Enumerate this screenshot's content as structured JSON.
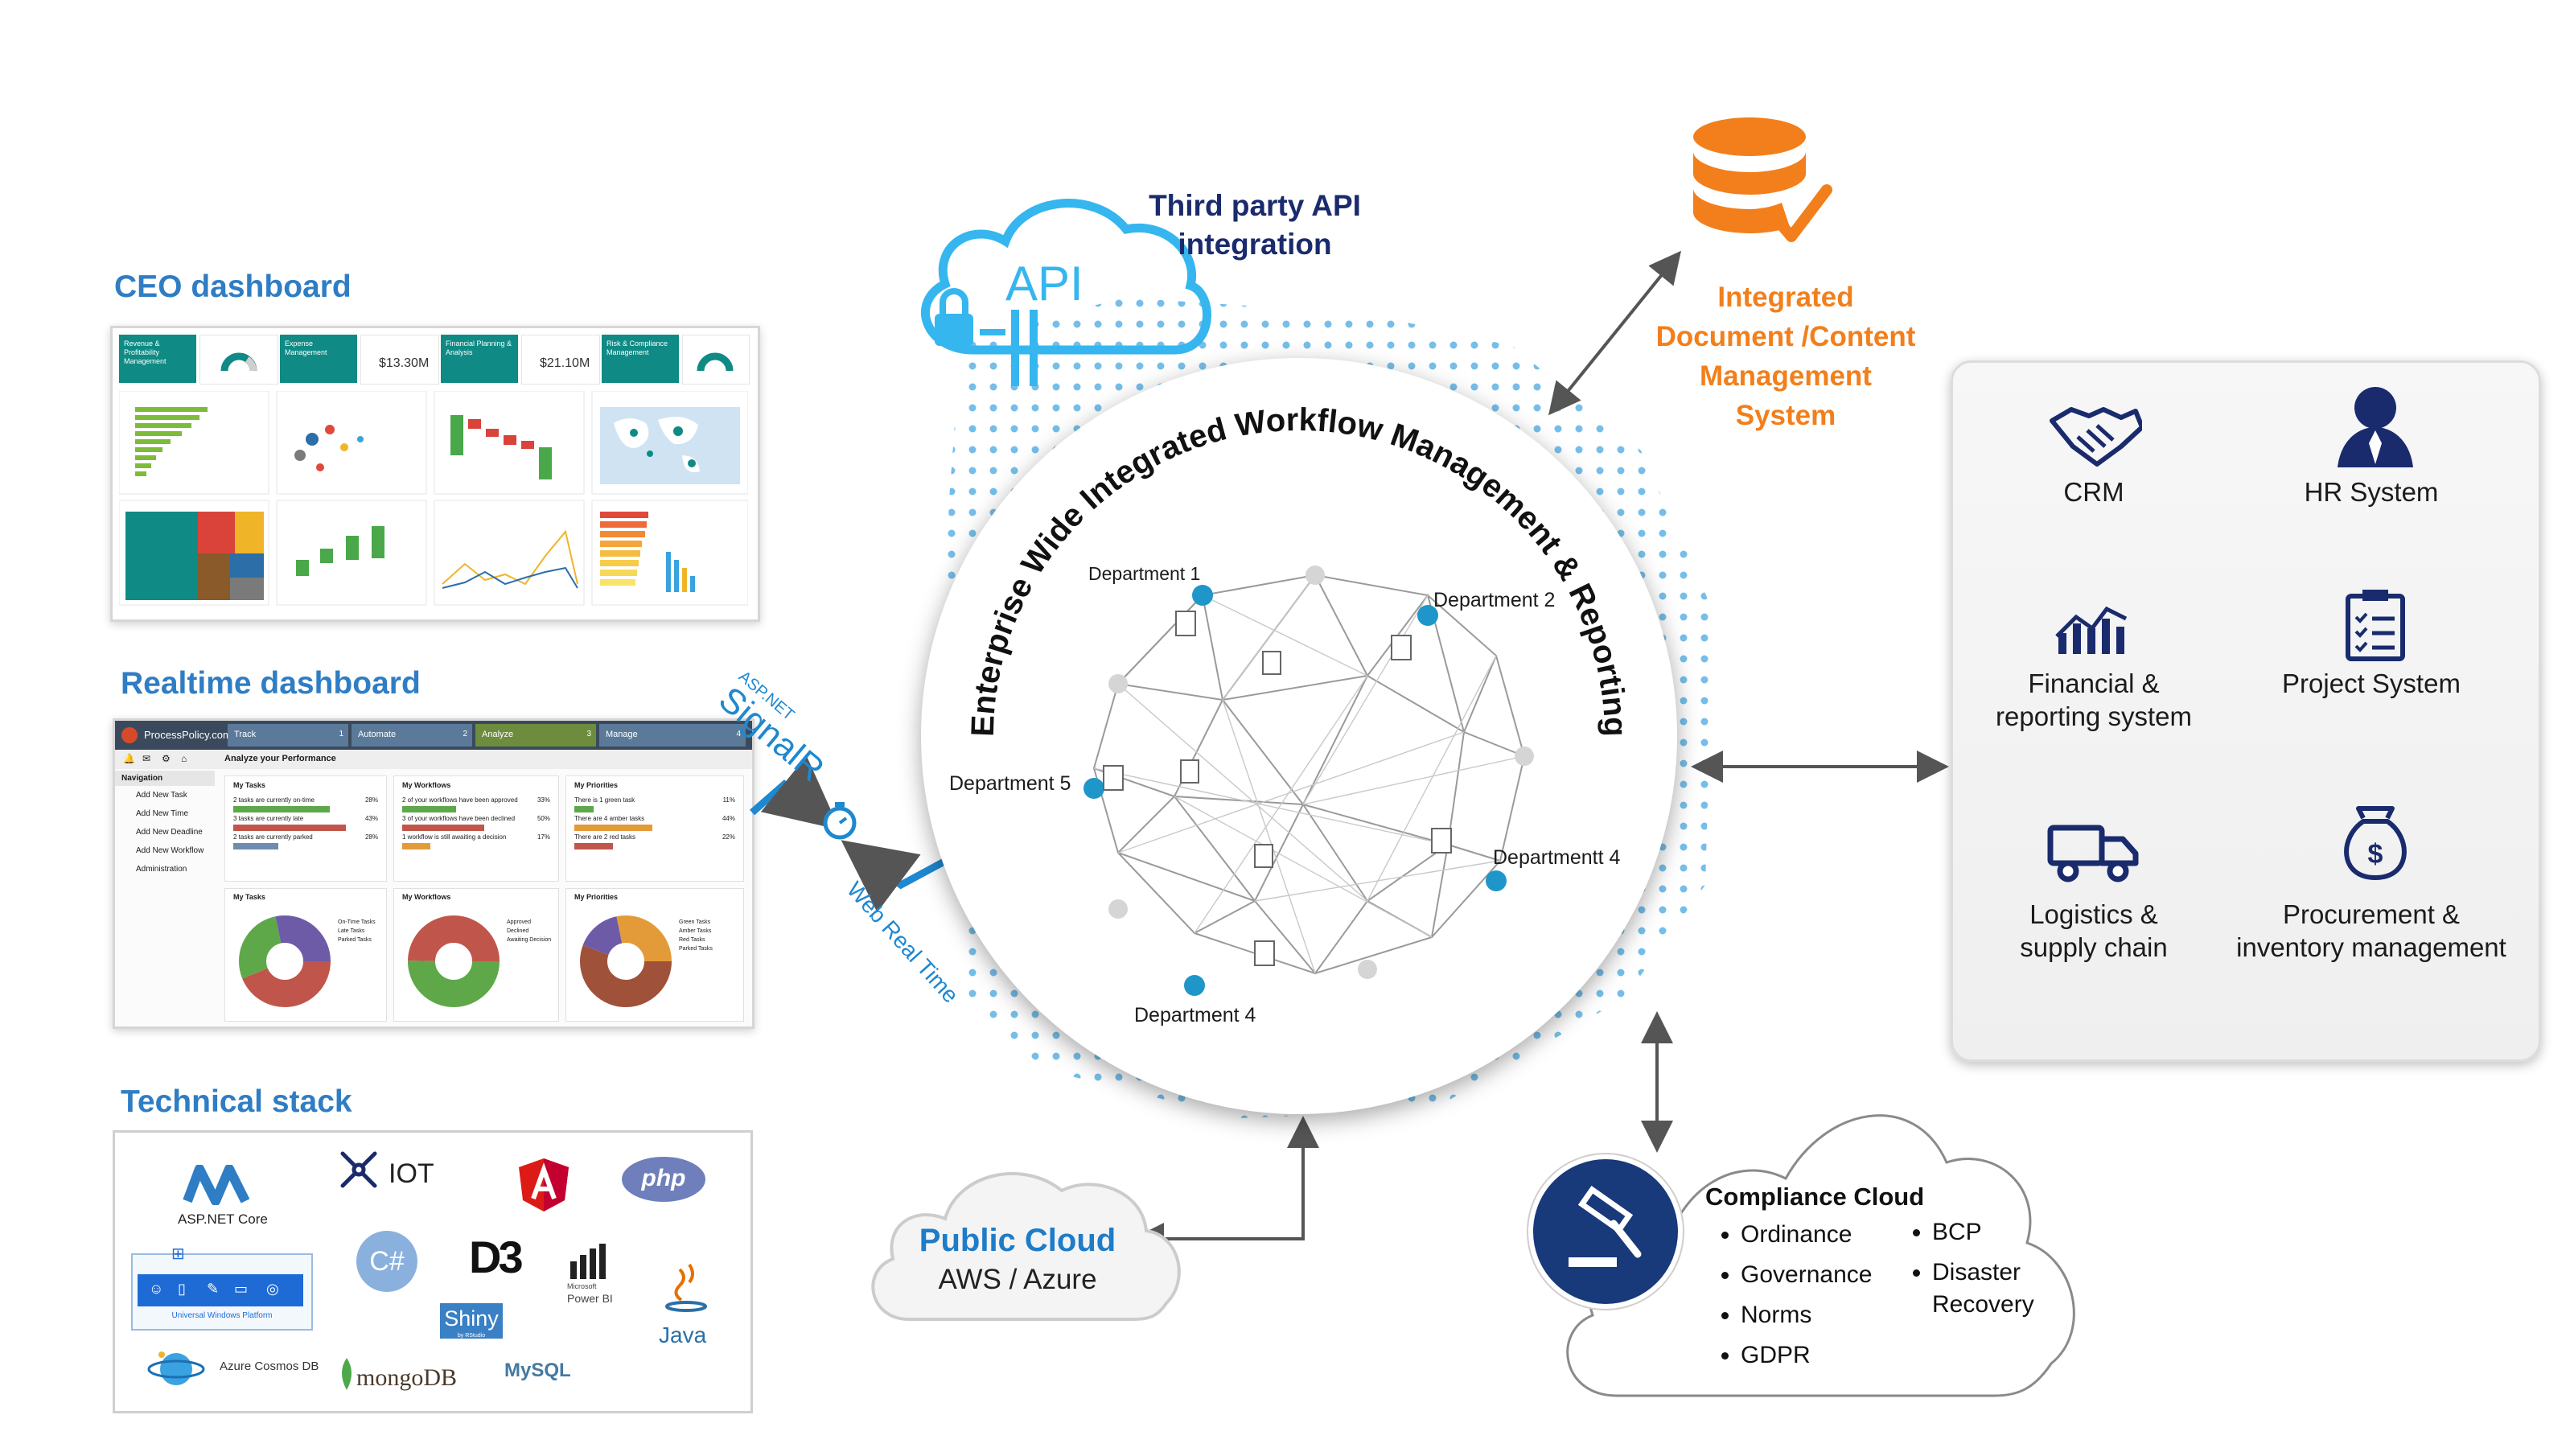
{
  "left": {
    "ceo_title": "CEO dashboard",
    "realtime_title": "Realtime dashboard",
    "tech_title": "Technical stack"
  },
  "ceo_dashboard": {
    "tiles": [
      {
        "title": "Revenue & Profitability Management"
      },
      {
        "title": "Expense Management",
        "value": "$13.30M"
      },
      {
        "title": "Financial Planning & Analysis",
        "value": "$21.10M"
      },
      {
        "title": "Risk & Compliance Management"
      }
    ]
  },
  "realtime_dashboard": {
    "brand": "ProcessPolicy.com",
    "steps": [
      "Track",
      "Automate",
      "Analyze",
      "Manage"
    ],
    "step_numbers": [
      "1",
      "2",
      "3",
      "4"
    ],
    "header": "Analyze your Performance",
    "nav_title": "Navigation",
    "nav_items": [
      "Add New Task",
      "Add New Time",
      "Add New Deadline",
      "Add New Workflow",
      "Administration"
    ],
    "cards": [
      "My Tasks",
      "My Workflows",
      "My Priorities"
    ],
    "card_rows": [
      [
        "2 tasks are currently on-time",
        "3 tasks are currently late",
        "2 tasks are currently parked"
      ],
      [
        "2 of your workflows have been approved",
        "3 of your workflows have been declined",
        "1 workflow is still awaiting a decision"
      ],
      [
        "There is 1 green task",
        "There are 4 amber tasks",
        "There are 2 red tasks"
      ]
    ],
    "card_pcts": [
      [
        "28%",
        "43%",
        "28%"
      ],
      [
        "33%",
        "50%",
        "17%"
      ],
      [
        "11%",
        "44%",
        "22%"
      ]
    ],
    "legends": [
      [
        "On-Time Tasks",
        "Late Tasks",
        "Parked Tasks"
      ],
      [
        "Approved",
        "Declined",
        "Awaiting Decision"
      ],
      [
        "Green Tasks",
        "Amber Tasks",
        "Red Tasks",
        "Parked Tasks"
      ]
    ]
  },
  "tech_stack": {
    "aspnet": "ASP.NET Core",
    "iot": "IOT",
    "php": "php",
    "csharp": "C#",
    "d3": "D3",
    "powerbi_small": "Microsoft",
    "powerbi": "Power BI",
    "uwp": "Universal Windows Platform",
    "shiny": "Shiny",
    "shiny_sub": "by RStudio",
    "java": "Java",
    "cosmos": "Azure Cosmos DB",
    "mongodb": "mongoDB",
    "mysql": "MySQL"
  },
  "api": {
    "cloud_label": "API",
    "title_line1": "Third party API",
    "title_line2": "integration"
  },
  "signalr": {
    "small": "ASP.NET",
    "big": "SignalR",
    "web_rt": "Web Real Time"
  },
  "center": {
    "arc_title": "Enterprise Wide Integrated Workflow Management & Reporting",
    "departments": [
      "Department 1",
      "Department 2",
      "Department 5",
      "Departmentt 4",
      "Department 4"
    ]
  },
  "dms": {
    "line1": "Integrated",
    "line2": "Document /Content",
    "line3": "Management",
    "line4": "System"
  },
  "systems": [
    {
      "label": "CRM",
      "icon": "handshake-icon"
    },
    {
      "label": "HR System",
      "icon": "user-icon"
    },
    {
      "label": "Financial & reporting system",
      "line1": "Financial &",
      "line2": "reporting system",
      "icon": "chart-icon"
    },
    {
      "label": "Project System",
      "icon": "clipboard-icon"
    },
    {
      "label": "Logistics & supply chain",
      "line1": "Logistics &",
      "line2": "supply chain",
      "icon": "truck-icon"
    },
    {
      "label": "Procurement & inventory management",
      "line1": "Procurement &",
      "line2": "inventory management",
      "icon": "money-bag-icon"
    }
  ],
  "public_cloud": {
    "title": "Public Cloud",
    "sub": "AWS / Azure"
  },
  "compliance": {
    "title": "Compliance Cloud",
    "left_items": [
      "Ordinance",
      "Governance",
      "Norms",
      "GDPR"
    ],
    "right_items": [
      "BCP",
      "Disaster",
      "Recovery"
    ]
  },
  "colors": {
    "blue": "#2f7dc4",
    "navy": "#1a2b6d",
    "orange": "#f27f1b",
    "teal": "#0f8a84",
    "dot": "#3aa2e0",
    "node": "#1f96c9"
  }
}
